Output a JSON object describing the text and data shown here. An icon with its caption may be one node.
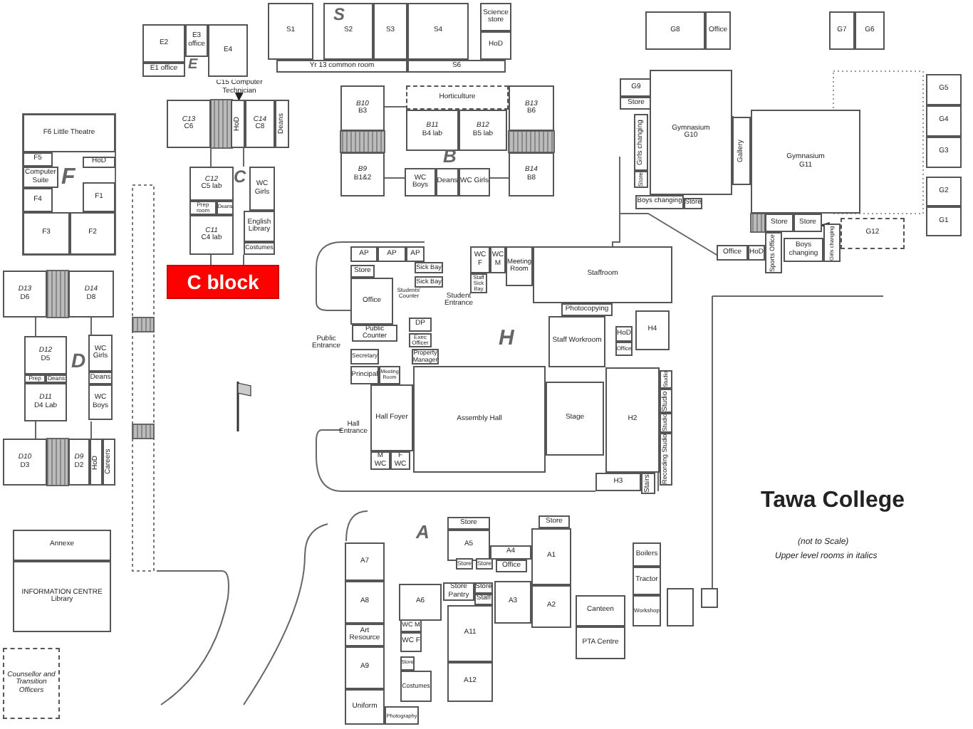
{
  "diagram": {
    "nodes": [
      {
        "text": [
          "E2"
        ]
      },
      {
        "text": [
          "E3 office"
        ]
      },
      {
        "text": [
          "E4"
        ]
      },
      {
        "text": [
          "E1 office"
        ]
      },
      {
        "text": [
          "S1"
        ]
      },
      {
        "text": [
          "S2"
        ]
      },
      {
        "text": [
          "S3"
        ]
      },
      {
        "text": [
          "S4"
        ]
      },
      {
        "text": [
          "Science store"
        ]
      },
      {
        "text": [
          "HoD"
        ]
      },
      {
        "text": [
          "Yr 13 common room"
        ]
      },
      {
        "text": [
          "S6"
        ]
      },
      {
        "text": [
          "G8"
        ]
      },
      {
        "text": [
          "Office"
        ]
      },
      {
        "text": [
          "G7"
        ]
      },
      {
        "text": [
          "G6"
        ]
      },
      {
        "text": [
          "C15 Computer Technician"
        ]
      },
      {
        "text": [
          "C13",
          "C6"
        ]
      },
      {
        "text": [
          "HoD"
        ]
      },
      {
        "text": [
          "C14",
          "C8"
        ]
      },
      {
        "text": [
          "Deans"
        ]
      },
      {
        "text": [
          "C12",
          "C5 lab"
        ]
      },
      {
        "text": [
          "Prep room"
        ]
      },
      {
        "text": [
          "Deans"
        ]
      },
      {
        "text": [
          "C11",
          "C4 lab"
        ]
      },
      {
        "text": [
          "WC Girls"
        ]
      },
      {
        "text": [
          "English Library"
        ]
      },
      {
        "text": [
          "Costumes"
        ]
      },
      {
        "text": [
          "C block"
        ]
      },
      {
        "text": [
          "F6 Little Theatre"
        ]
      },
      {
        "text": [
          "F5"
        ]
      },
      {
        "text": [
          "Computer Suite"
        ]
      },
      {
        "text": [
          "HoD"
        ]
      },
      {
        "text": [
          "F4"
        ]
      },
      {
        "text": [
          "F1"
        ]
      },
      {
        "text": [
          "F3"
        ]
      },
      {
        "text": [
          "F2"
        ]
      },
      {
        "text": [
          "B10",
          "B3"
        ]
      },
      {
        "text": [
          "B9",
          "B1&2"
        ]
      },
      {
        "text": [
          "Horticulture"
        ]
      },
      {
        "text": [
          "B11",
          "B4 lab"
        ]
      },
      {
        "text": [
          "B12",
          "B5 lab"
        ]
      },
      {
        "text": [
          "WC Boys"
        ]
      },
      {
        "text": [
          "Deans"
        ]
      },
      {
        "text": [
          "WC Girls"
        ]
      },
      {
        "text": [
          "B13",
          "B6"
        ]
      },
      {
        "text": [
          "B14",
          "B8"
        ]
      },
      {
        "text": [
          "G9"
        ]
      },
      {
        "text": [
          "Store"
        ]
      },
      {
        "text": [
          "Girls changing"
        ]
      },
      {
        "text": [
          "Store"
        ]
      },
      {
        "text": [
          "Gymnasium",
          "G10"
        ]
      },
      {
        "text": [
          "Boys changing"
        ]
      },
      {
        "text": [
          "Store"
        ]
      },
      {
        "text": [
          "Gallery"
        ]
      },
      {
        "text": [
          "Gymnasium",
          "G11"
        ]
      },
      {
        "text": [
          "Store"
        ]
      },
      {
        "text": [
          "Store"
        ]
      },
      {
        "text": [
          "G12"
        ]
      },
      {
        "text": [
          "Office"
        ]
      },
      {
        "text": [
          "HoD"
        ]
      },
      {
        "text": [
          "Sports Office"
        ]
      },
      {
        "text": [
          "Boys changing"
        ]
      },
      {
        "text": [
          "Girls changing"
        ]
      },
      {
        "text": [
          "G5"
        ]
      },
      {
        "text": [
          "G4"
        ]
      },
      {
        "text": [
          "G3"
        ]
      },
      {
        "text": [
          "G2"
        ]
      },
      {
        "text": [
          "G1"
        ]
      },
      {
        "text": [
          "AP"
        ]
      },
      {
        "text": [
          "AP"
        ]
      },
      {
        "text": [
          "AP"
        ]
      },
      {
        "text": [
          "Sick Bay"
        ]
      },
      {
        "text": [
          "Sick Bay"
        ]
      },
      {
        "text": [
          "Store"
        ]
      },
      {
        "text": [
          "Office"
        ]
      },
      {
        "text": [
          "Public Counter"
        ]
      },
      {
        "text": [
          "DP"
        ]
      },
      {
        "text": [
          "Exec Officer"
        ]
      },
      {
        "text": [
          "Property Manager"
        ]
      },
      {
        "text": [
          "Secretary"
        ]
      },
      {
        "text": [
          "Principal"
        ]
      },
      {
        "text": [
          "Meeting Room"
        ]
      },
      {
        "text": [
          "WC F"
        ]
      },
      {
        "text": [
          "WC M"
        ]
      },
      {
        "text": [
          "Staff Sick Bay"
        ]
      },
      {
        "text": [
          "Meeting Room"
        ]
      },
      {
        "text": [
          "Staffroom"
        ]
      },
      {
        "text": [
          "Photocopying"
        ]
      },
      {
        "text": [
          "Staff Workroom"
        ]
      },
      {
        "text": [
          "HoD"
        ]
      },
      {
        "text": [
          "Office"
        ]
      },
      {
        "text": [
          "H4"
        ]
      },
      {
        "text": [
          "Hall Foyer"
        ]
      },
      {
        "text": [
          "M WC"
        ]
      },
      {
        "text": [
          "F WC"
        ]
      },
      {
        "text": [
          "Assembly Hall"
        ]
      },
      {
        "text": [
          "Stage"
        ]
      },
      {
        "text": [
          "H2"
        ]
      },
      {
        "text": [
          "H3"
        ]
      },
      {
        "text": [
          "Stairs"
        ]
      },
      {
        "text": [
          "Studio"
        ]
      },
      {
        "text": [
          "Studio"
        ]
      },
      {
        "text": [
          "Studio"
        ]
      },
      {
        "text": [
          "Recording Studio"
        ]
      },
      {
        "text": [
          "A7"
        ]
      },
      {
        "text": [
          "A8"
        ]
      },
      {
        "text": [
          "Art Resource"
        ]
      },
      {
        "text": [
          "A9"
        ]
      },
      {
        "text": [
          "Uniform"
        ]
      },
      {
        "text": [
          "Photography"
        ]
      },
      {
        "text": [
          "A6"
        ]
      },
      {
        "text": [
          "WC M"
        ]
      },
      {
        "text": [
          "WC F"
        ]
      },
      {
        "text": [
          "Store"
        ]
      },
      {
        "text": [
          "Costumes"
        ]
      },
      {
        "text": [
          "Store"
        ]
      },
      {
        "text": [
          "A5"
        ]
      },
      {
        "text": [
          "Store"
        ]
      },
      {
        "text": [
          "Store"
        ]
      },
      {
        "text": [
          "A4"
        ]
      },
      {
        "text": [
          "Office"
        ]
      },
      {
        "text": [
          "Store Pantry"
        ]
      },
      {
        "text": [
          "Store"
        ]
      },
      {
        "text": [
          "Staff"
        ]
      },
      {
        "text": [
          "A3"
        ]
      },
      {
        "text": [
          "Store"
        ]
      },
      {
        "text": [
          "A1"
        ]
      },
      {
        "text": [
          "A2"
        ]
      },
      {
        "text": [
          "A11"
        ]
      },
      {
        "text": [
          "A12"
        ]
      },
      {
        "text": [
          "Canteen"
        ]
      },
      {
        "text": [
          "PTA Centre"
        ]
      },
      {
        "text": [
          "Boilers"
        ]
      },
      {
        "text": [
          "Tractor"
        ]
      },
      {
        "text": [
          "Workshop"
        ]
      },
      {
        "text": [
          "D13",
          "D6"
        ]
      },
      {
        "text": [
          "D14",
          "D8"
        ]
      },
      {
        "text": [
          "D12",
          "D5"
        ]
      },
      {
        "text": [
          "Prep"
        ]
      },
      {
        "text": [
          "Deans"
        ]
      },
      {
        "text": [
          "D11",
          "D4 Lab"
        ]
      },
      {
        "text": [
          "WC Girls"
        ]
      },
      {
        "text": [
          "Deans"
        ]
      },
      {
        "text": [
          "WC Boys"
        ]
      },
      {
        "text": [
          "D10",
          "D3"
        ]
      },
      {
        "text": [
          "D9",
          "D2"
        ]
      },
      {
        "text": [
          "HoD"
        ]
      },
      {
        "text": [
          "Careers"
        ]
      },
      {
        "text": [
          "Annexe"
        ]
      },
      {
        "text": [
          "INFORMATION CENTRE",
          "Library"
        ]
      },
      {
        "text": [
          "Counsellor and Transition Officers"
        ]
      },
      {
        "text": [],
        "shape": "box"
      },
      {
        "text": [],
        "shape": "box"
      }
    ],
    "edges": [
      {
        "from": 16,
        "to": 18,
        "arrow": "to"
      },
      {
        "from": 58,
        "to": 57,
        "arrow": "to"
      }
    ],
    "labels": [
      "S",
      "E",
      "F",
      "C",
      "B",
      "D",
      "H",
      "A",
      "Students' Counter",
      "Student Entrance",
      "Public Entrance",
      "Hall Entrance",
      "Tawa College",
      "(not to Scale)",
      "Upper level rooms in italics"
    ]
  }
}
